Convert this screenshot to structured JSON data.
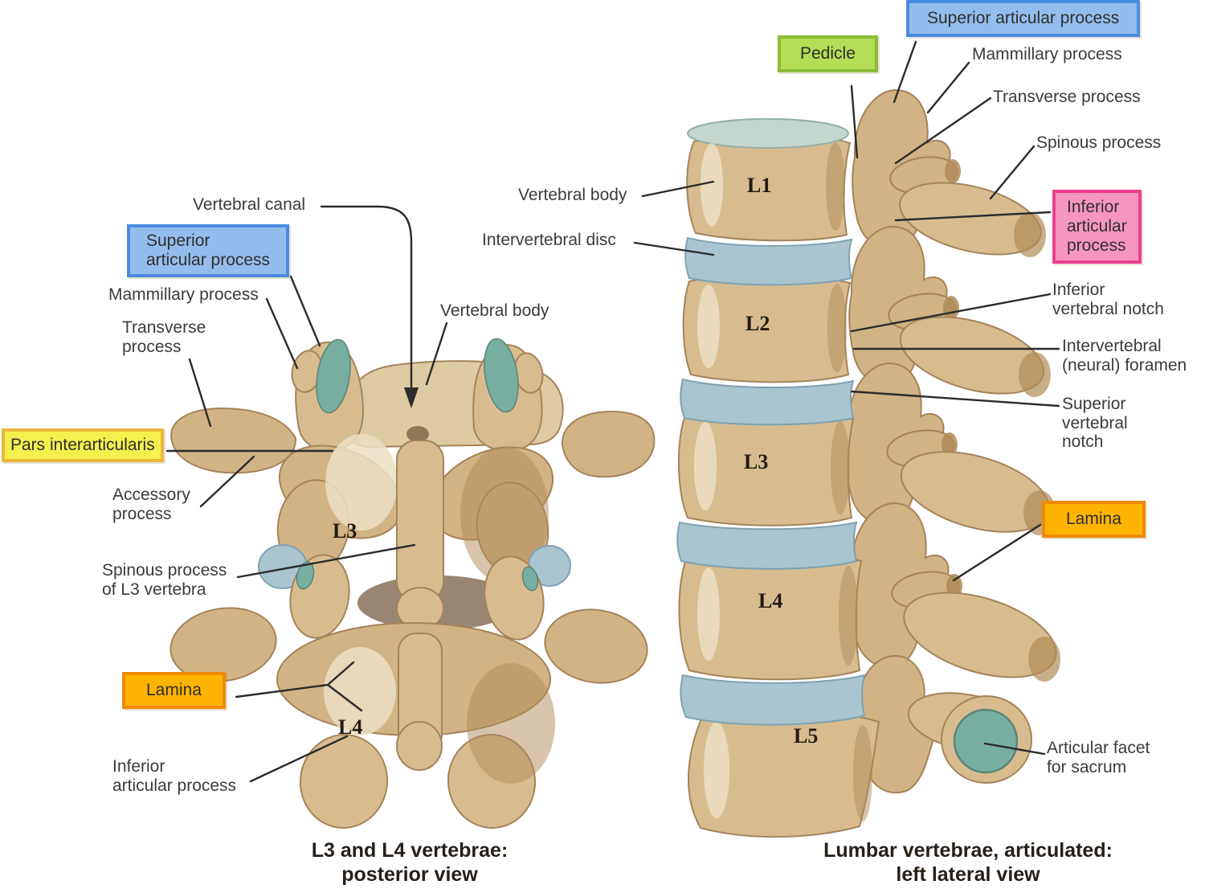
{
  "left_panel": {
    "caption": "L3 and L4 vertebrae:\nposterior view",
    "labels": {
      "vertebral_canal": "Vertebral canal",
      "superior_articular_process": "Superior\narticular process",
      "mammillary_process": "Mammillary process",
      "transverse_process": "Transverse\nprocess",
      "pars_interarticularis": "Pars interarticularis",
      "accessory_process": "Accessory\nprocess",
      "spinous_process_l3": "Spinous process\nof L3 vertebra",
      "lamina": "Lamina",
      "inferior_articular_process": "Inferior\narticular process",
      "vertebral_body": "Vertebral body",
      "l3": "L3",
      "l4": "L4"
    }
  },
  "right_panel": {
    "caption": "Lumbar vertebrae, articulated:\nleft lateral view",
    "labels": {
      "pedicle": "Pedicle",
      "superior_articular_process": "Superior articular process",
      "mammillary_process": "Mammillary process",
      "transverse_process": "Transverse process",
      "spinous_process": "Spinous process",
      "inferior_articular_process": "Inferior\narticular\nprocess",
      "inferior_vertebral_notch": "Inferior\nvertebral notch",
      "intervertebral_neural_foramen": "Intervertebral\n(neural) foramen",
      "superior_vertebral_notch": "Superior\nvertebral\nnotch",
      "lamina": "Lamina",
      "articular_facet_for_sacrum": "Articular facet\nfor sacrum",
      "vertebral_body": "Vertebral body",
      "intervertebral_disc": "Intervertebral disc",
      "l1": "L1",
      "l2": "L2",
      "l3": "L3",
      "l4": "L4",
      "l5": "L5"
    }
  },
  "colors": {
    "background": "#FFFFFF",
    "bone": "#D8BC90",
    "bone_shade": "#B08A58",
    "bone_dark": "#70573A",
    "bone_light": "#EBDFC2",
    "disc_blue": "#A8C5D0",
    "facet_teal": "#78AEA0",
    "leader_line": "#2B2B2B",
    "label_text": "#3B3B3B",
    "caption_text": "#262019",
    "highlight_boxes": {
      "blue": {
        "fill": "#93BDED",
        "border": "#4C8BE2"
      },
      "yellow": {
        "fill": "#F6F04E",
        "border": "#E9B83D"
      },
      "orange": {
        "fill": "#FFB303",
        "border": "#F18A04"
      },
      "green": {
        "fill": "#B5DD55",
        "border": "#8CBB3A"
      },
      "pink": {
        "fill": "#F795C1",
        "border": "#EF3F8F"
      }
    }
  }
}
